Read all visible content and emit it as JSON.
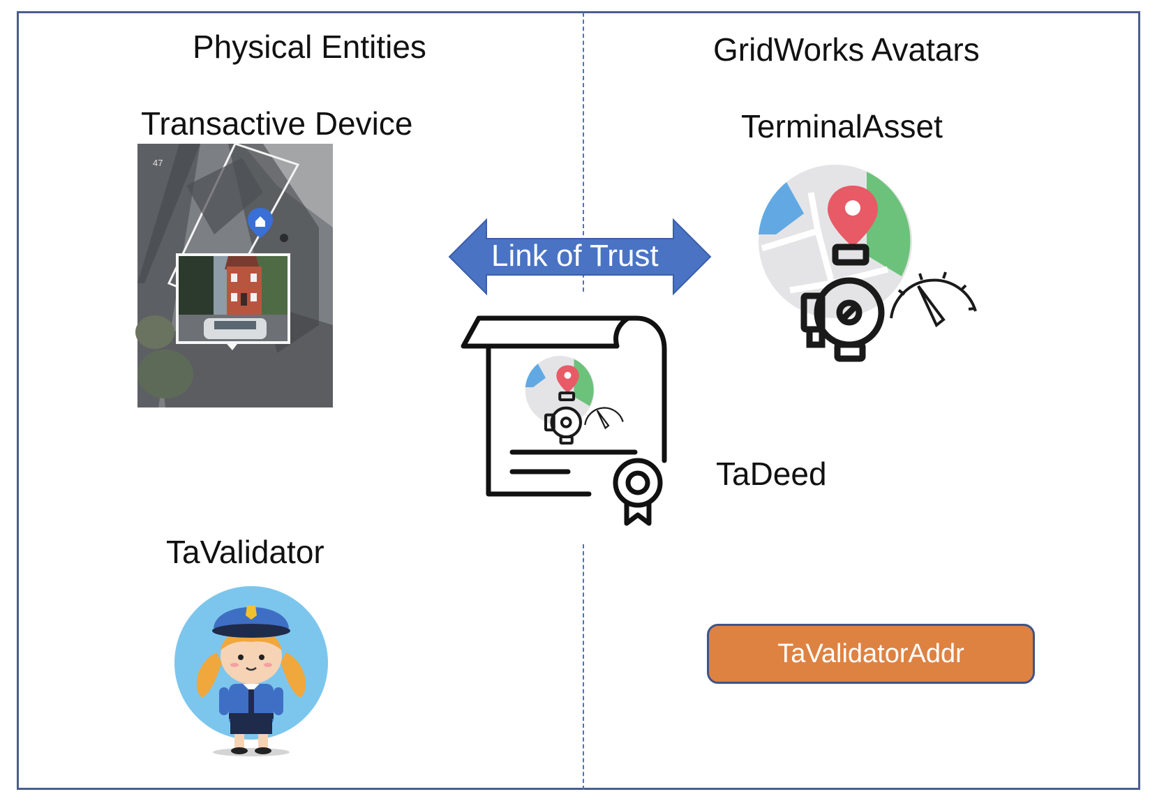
{
  "headings": {
    "left": "Physical Entities",
    "right": "GridWorks Avatars"
  },
  "nodes": {
    "transactive_device": "Transactive Device",
    "terminal_asset": "TerminalAsset",
    "ta_deed": "TaDeed",
    "ta_validator": "TaValidator",
    "ta_validator_addr": "TaValidatorAddr"
  },
  "arrow": {
    "label": "Link of Trust"
  },
  "map_photo": {
    "marker_number": "47"
  },
  "colors": {
    "frame": "#4a5e8c",
    "arrow_fill": "#4a73c4",
    "badge_fill": "#de8242",
    "map_blue": "#62a9e4",
    "map_green": "#6cc27a",
    "pin_red": "#e85a66"
  },
  "icons": [
    "house-photo",
    "map-pin-icon",
    "pump-icon",
    "gauge-icon",
    "deed-scroll-icon",
    "ribbon-seal-icon",
    "police-officer-icon"
  ]
}
